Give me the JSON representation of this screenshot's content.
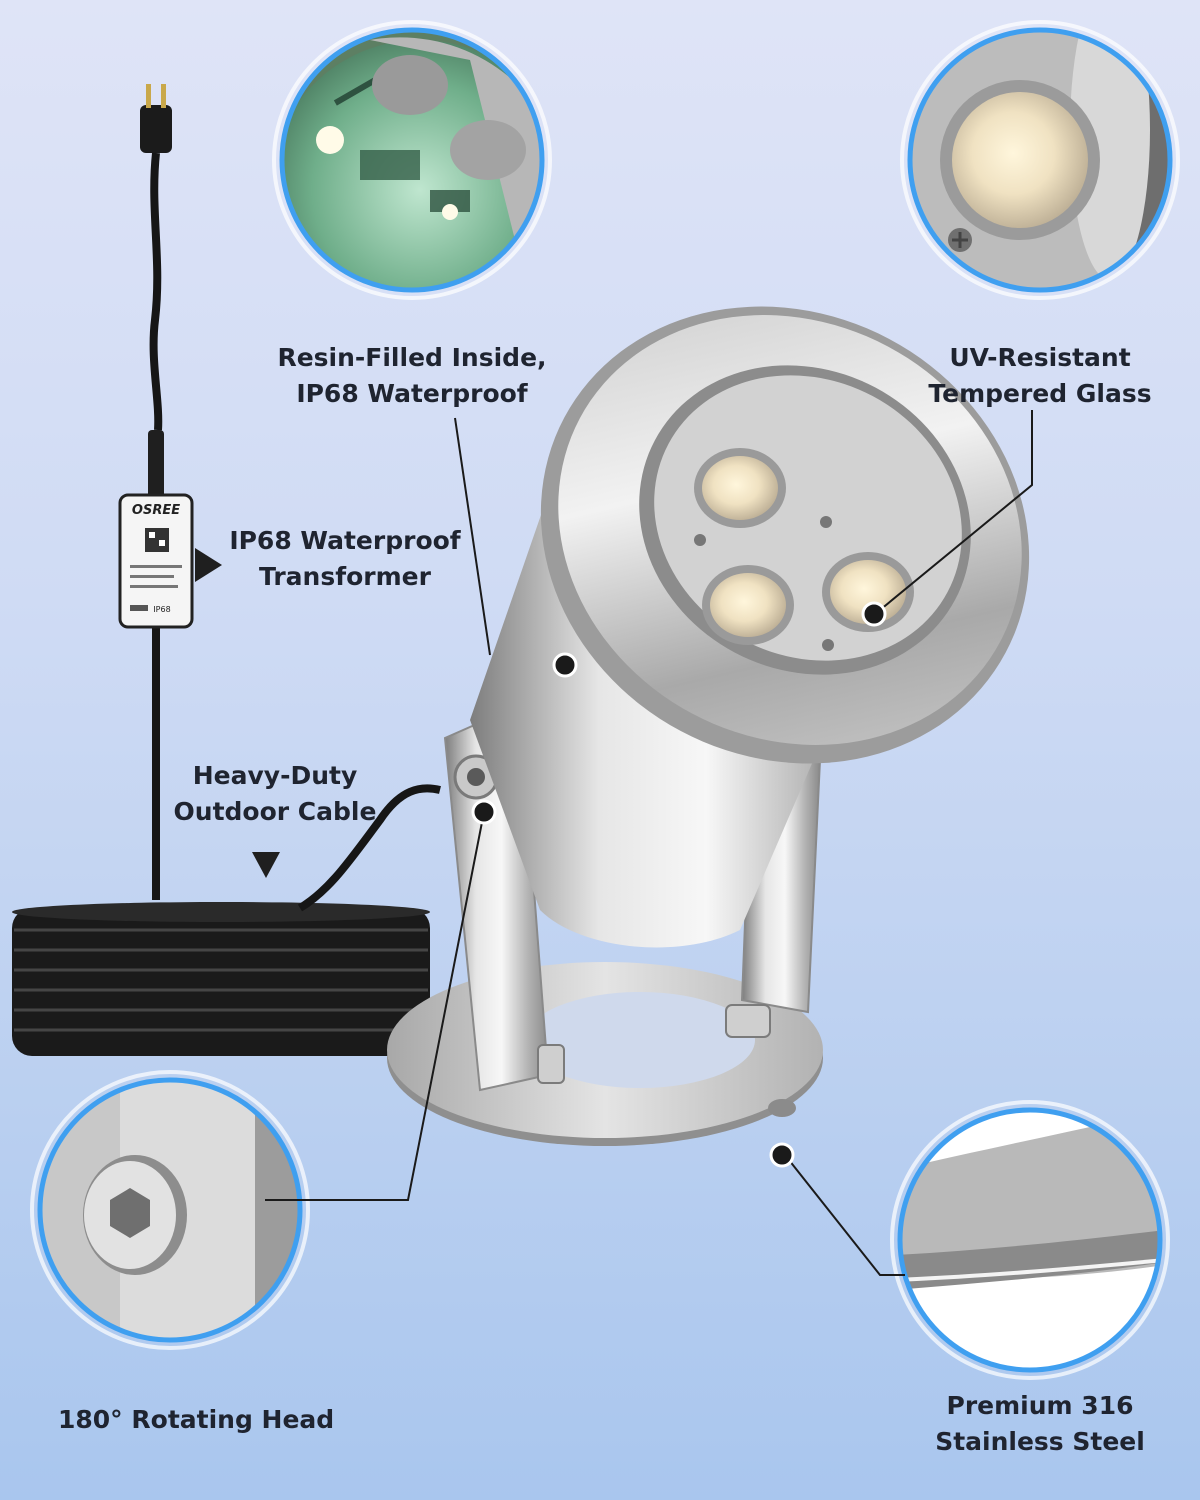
{
  "brand": {
    "text": "OSREE",
    "rating": "IP68"
  },
  "callouts": {
    "resin": {
      "line1": "Resin-Filled Inside,",
      "line2": "IP68 Waterproof"
    },
    "glass": {
      "line1": "UV-Resistant",
      "line2": "Tempered Glass"
    },
    "transformer": {
      "line1": "IP68 Waterproof",
      "line2": "Transformer"
    },
    "cable": {
      "line1": "Heavy-Duty",
      "line2": "Outdoor Cable"
    },
    "rotating": {
      "line1": "180° Rotating Head"
    },
    "steel": {
      "line1": "Premium 316",
      "line2": "Stainless Steel"
    }
  },
  "colors": {
    "ring": "#3f9ff0",
    "steel_light": "#eeeeee",
    "steel_dark": "#8a8a8a",
    "cable": "#161616",
    "text": "#1f2430"
  }
}
